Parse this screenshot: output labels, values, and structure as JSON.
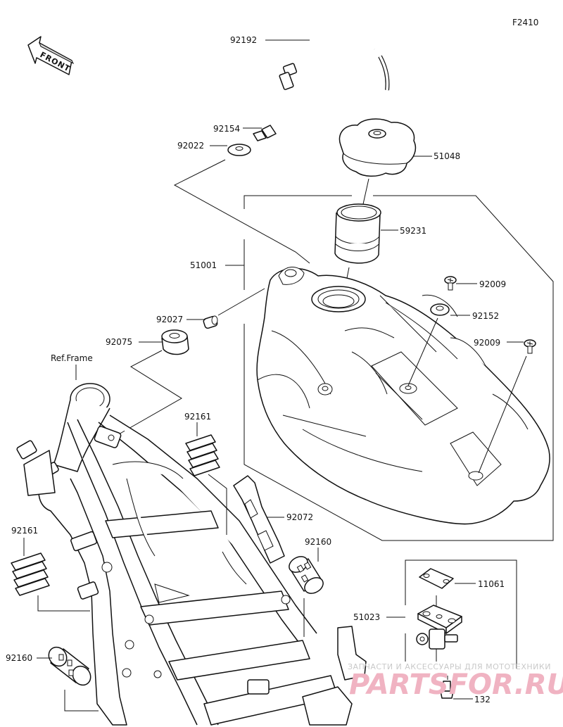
{
  "figure_code": "F2410",
  "front_label": "FRONT",
  "ref_frame_label": "Ref.Frame",
  "part_numbers": {
    "hose": "92192",
    "bolt": "92154",
    "washer_top": "92022",
    "cap": "51048",
    "tank_assy": "51001",
    "filler_neck": "59231",
    "screw_a": "92009",
    "grommet": "92152",
    "screw_b": "92009",
    "collar": "92027",
    "damper_top": "92075",
    "damper_a": "92161",
    "band": "92072",
    "damper_b": "92161",
    "damper_c": "92160",
    "cock_assy": "51023",
    "gasket": "11061",
    "damper_d": "92160",
    "screw_c": "132"
  },
  "watermark": {
    "subtitle": "ЗАПЧАСТИ И АКСЕССУАРЫ ДЛЯ МОТОТЕХНИКИ",
    "brand": "PARTSFOR.RU"
  }
}
